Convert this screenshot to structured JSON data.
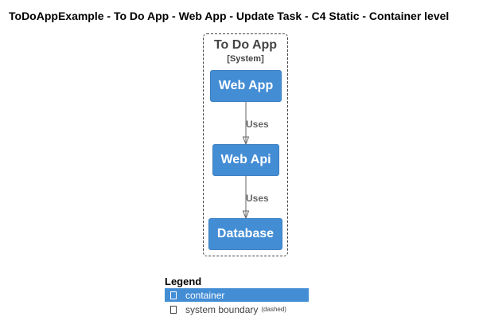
{
  "diagram": {
    "title": "ToDoAppExample - To Do App - Web App - Update Task - C4 Static - Container level",
    "boundary": {
      "name": "To Do App",
      "type": "[System]"
    },
    "nodes": {
      "web_app": "Web App",
      "web_api": "Web Api",
      "database": "Database"
    },
    "relationships": {
      "app_to_api": "Uses",
      "api_to_db": "Uses"
    }
  },
  "legend": {
    "title": "Legend",
    "container": "container",
    "boundary": "system boundary",
    "boundary_note": "(dashed)"
  },
  "colors": {
    "container_fill": "#438dd5",
    "boundary_stroke": "#444444",
    "relationship": "#666666"
  }
}
